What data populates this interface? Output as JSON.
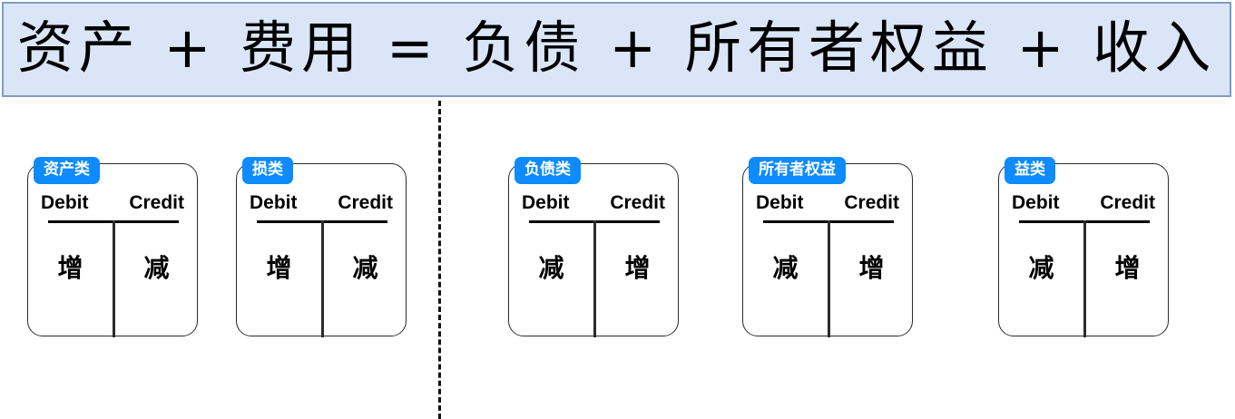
{
  "banner": {
    "equation": "资产 + 费用 = 负债 + 所有者权益 + 收入",
    "background_color": "#dae6f8",
    "border_color": "#7e9bc2"
  },
  "divider": {
    "style": "dashed-vertical",
    "color": "#111111"
  },
  "accent_color": "#0d8bff",
  "column_headers": {
    "debit": "Debit",
    "credit": "Credit"
  },
  "cards": [
    {
      "badge": "资产类",
      "debit_header": "Debit",
      "credit_header": "Credit",
      "debit_value": "增",
      "credit_value": "减"
    },
    {
      "badge": "损类",
      "debit_header": "Debit",
      "credit_header": "Credit",
      "debit_value": "增",
      "credit_value": "减"
    },
    {
      "badge": "负债类",
      "debit_header": "Debit",
      "credit_header": "Credit",
      "debit_value": "减",
      "credit_value": "增"
    },
    {
      "badge": "所有者权益",
      "debit_header": "Debit",
      "credit_header": "Credit",
      "debit_value": "减",
      "credit_value": "增"
    },
    {
      "badge": "益类",
      "debit_header": "Debit",
      "credit_header": "Credit",
      "debit_value": "减",
      "credit_value": "增"
    }
  ]
}
